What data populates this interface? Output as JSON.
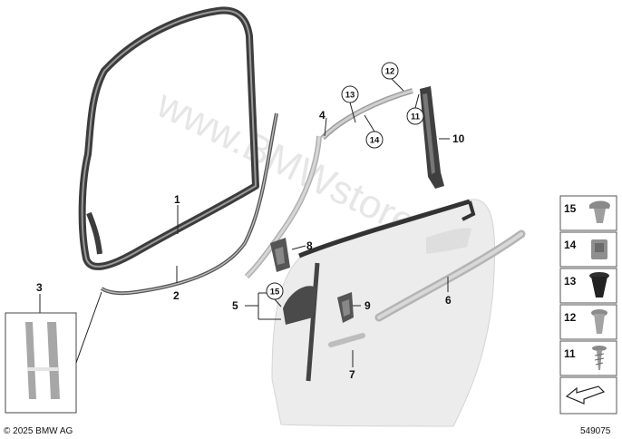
{
  "callouts": {
    "c1": "1",
    "c2": "2",
    "c3": "3",
    "c4": "4",
    "c5": "5",
    "c6": "6",
    "c7": "7",
    "c8": "8",
    "c9": "9",
    "c10": "10",
    "c11": "11",
    "c12": "12",
    "c13": "13",
    "c14": "14",
    "c15": "15"
  },
  "legend": [
    {
      "num": "15",
      "part": "expanding-rivet-icon"
    },
    {
      "num": "14",
      "part": "sheet-nut-icon"
    },
    {
      "num": "13",
      "part": "plastic-expanding-nut-icon"
    },
    {
      "num": "12",
      "part": "expanding-rivet-small-icon"
    },
    {
      "num": "11",
      "part": "screw-icon"
    }
  ],
  "watermark": "www.BMWstore.pl",
  "copyright": "© 2025 BMW AG",
  "diagram_number": "549075"
}
